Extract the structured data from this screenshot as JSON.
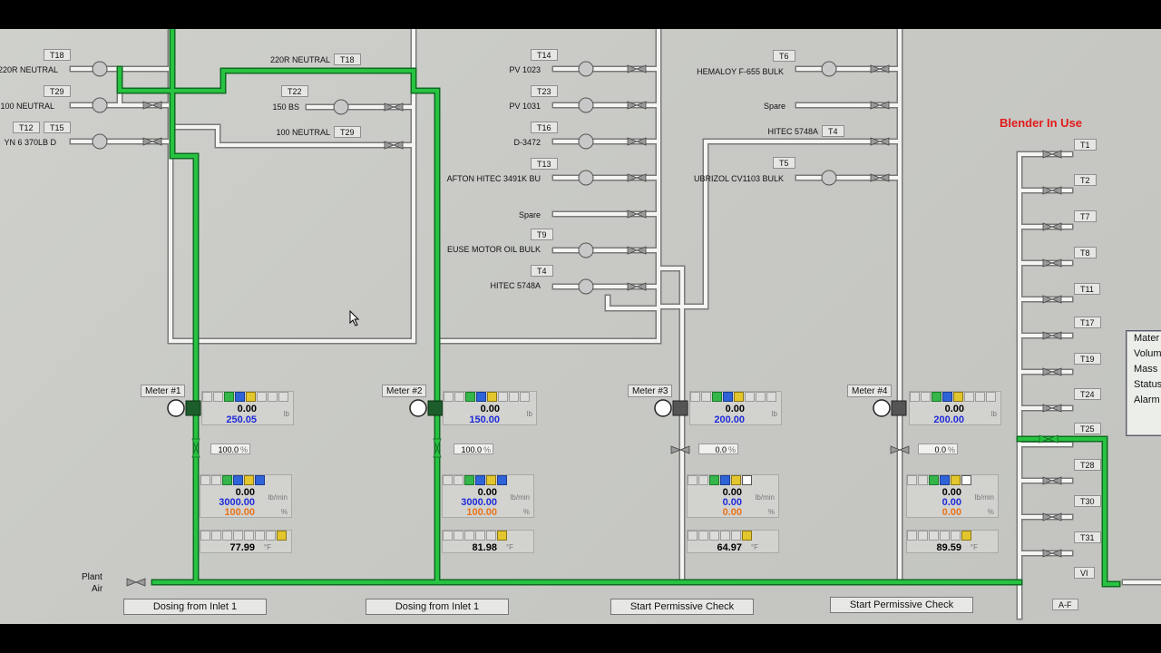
{
  "title_red": "Blender In Use",
  "top_left": {
    "lines": [
      {
        "label": "220R NEUTRAL",
        "tag": "T18"
      },
      {
        "label": "100 NEUTRAL",
        "tag": "T29"
      },
      {
        "label": "YN 6 370LB D",
        "tag": "T12",
        "tag2": "T15"
      }
    ]
  },
  "mid_left": {
    "lines": [
      {
        "label": "220R NEUTRAL",
        "tag": "T18"
      },
      {
        "label": "150  BS",
        "tag": "T22"
      },
      {
        "label": "100 NEUTRAL",
        "tag": "T29"
      }
    ]
  },
  "mid_right": {
    "lines": [
      {
        "label": "PV 1023",
        "tag": "T14"
      },
      {
        "label": "PV 1031",
        "tag": "T23"
      },
      {
        "label": "D-3472",
        "tag": "T16"
      },
      {
        "label": "AFTON HITEC 3491K BU",
        "tag": "T13"
      },
      {
        "label": "Spare",
        "tag": ""
      },
      {
        "label": "EUSE MOTOR OIL BULK",
        "tag": "T9"
      },
      {
        "label": "HITEC 5748A",
        "tag": "T4"
      }
    ]
  },
  "right_group": {
    "lines": [
      {
        "label": "HEMALOY F-655 BULK",
        "tag": "T6"
      },
      {
        "label": "Spare",
        "tag": ""
      },
      {
        "label": "HITEC 5748A",
        "tag": "T4"
      },
      {
        "label": "UBRIZOL CV1103 BULK",
        "tag": "T5"
      }
    ]
  },
  "tanks": [
    "T1",
    "T2",
    "T7",
    "T8",
    "T11",
    "T17",
    "T19",
    "T24",
    "T25",
    "T28",
    "T30",
    "T31",
    "VI",
    "A-F"
  ],
  "meters": [
    {
      "title": "Meter #1",
      "v1": "0.00",
      "v2": "250.05",
      "unit1": "lb",
      "pct": "100.0",
      "pct_unit": "%",
      "f1": "0.00",
      "f2": "3000.00",
      "f3": "100.00",
      "funit": "lb/min",
      "funit2": "%",
      "temp": "77.99",
      "tunit": "°F",
      "button": "Dosing from Inlet 1"
    },
    {
      "title": "Meter #2",
      "v1": "0.00",
      "v2": "150.00",
      "unit1": "lb",
      "pct": "100.0",
      "pct_unit": "%",
      "f1": "0.00",
      "f2": "3000.00",
      "f3": "100.00",
      "funit": "lb/min",
      "funit2": "%",
      "temp": "81.98",
      "tunit": "°F",
      "button": "Dosing from Inlet 1"
    },
    {
      "title": "Meter #3",
      "v1": "0.00",
      "v2": "200.00",
      "unit1": "lb",
      "pct": "0.0",
      "pct_unit": "%",
      "f1": "0.00",
      "f2": "0.00",
      "f3": "0.00",
      "funit": "lb/min",
      "funit2": "%",
      "temp": "64.97",
      "tunit": "°F",
      "button": "Start Permissive Check"
    },
    {
      "title": "Meter #4",
      "v1": "0.00",
      "v2": "200.00",
      "unit1": "lb",
      "pct": "0.0",
      "pct_unit": "%",
      "f1": "0.00",
      "f2": "0.00",
      "f3": "0.00",
      "funit": "lb/min",
      "funit2": "%",
      "temp": "89.59",
      "tunit": "°F",
      "button": "Start Permissive Check"
    }
  ],
  "plant_air": {
    "line1": "Plant",
    "line2": "Air"
  },
  "info_box": [
    "Mater",
    "Volum",
    "Mass",
    "Status",
    "Alarm"
  ],
  "colors": {
    "pipe_active": "#1fb23a",
    "pipe_inactive": "#f2f2f2",
    "alarm_red": "#e21b1b",
    "value_blue": "#1d2bd8",
    "value_orange": "#e8731a"
  }
}
